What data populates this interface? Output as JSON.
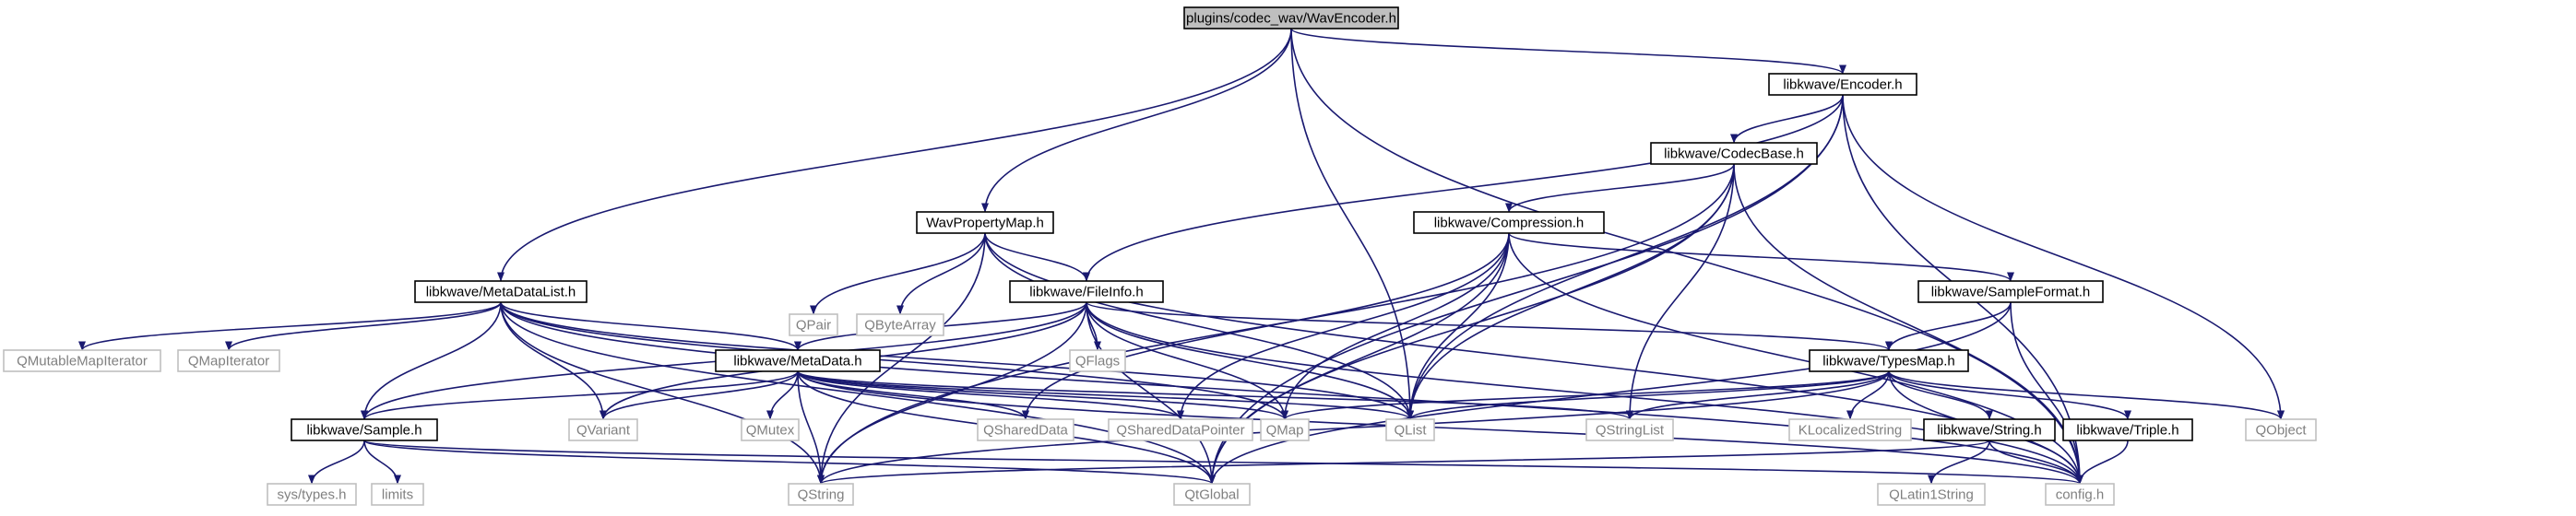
{
  "colors": {
    "edge": "#191970",
    "node_border": "#000000",
    "missing_border": "#bfbfbf",
    "missing_text": "#808080",
    "root_fill": "#bfbfbf",
    "text": "#000000"
  },
  "nodes": [
    {
      "id": "root",
      "label": "plugins/codec_wav/WavEncoder.h",
      "kind": "root"
    },
    {
      "id": "encoder",
      "label": "libkwave/Encoder.h",
      "kind": "file"
    },
    {
      "id": "codecbase",
      "label": "libkwave/CodecBase.h",
      "kind": "file"
    },
    {
      "id": "wavprop",
      "label": "WavPropertyMap.h",
      "kind": "file"
    },
    {
      "id": "compression",
      "label": "libkwave/Compression.h",
      "kind": "file"
    },
    {
      "id": "metadatalist",
      "label": "libkwave/MetaDataList.h",
      "kind": "file"
    },
    {
      "id": "fileinfo",
      "label": "libkwave/FileInfo.h",
      "kind": "file"
    },
    {
      "id": "sampleformat",
      "label": "libkwave/SampleFormat.h",
      "kind": "file"
    },
    {
      "id": "qpair",
      "label": "QPair",
      "kind": "missing"
    },
    {
      "id": "qbytearray",
      "label": "QByteArray",
      "kind": "missing"
    },
    {
      "id": "qflags",
      "label": "QFlags",
      "kind": "missing"
    },
    {
      "id": "qmutablemapiterator",
      "label": "QMutableMapIterator",
      "kind": "missing"
    },
    {
      "id": "qmapiterator",
      "label": "QMapIterator",
      "kind": "missing"
    },
    {
      "id": "metadata",
      "label": "libkwave/MetaData.h",
      "kind": "file"
    },
    {
      "id": "typesmap",
      "label": "libkwave/TypesMap.h",
      "kind": "file"
    },
    {
      "id": "sample",
      "label": "libkwave/Sample.h",
      "kind": "file"
    },
    {
      "id": "qvariant",
      "label": "QVariant",
      "kind": "missing"
    },
    {
      "id": "qmutex",
      "label": "QMutex",
      "kind": "missing"
    },
    {
      "id": "qshareddata",
      "label": "QSharedData",
      "kind": "missing"
    },
    {
      "id": "qshareddatapointer",
      "label": "QSharedDataPointer",
      "kind": "missing"
    },
    {
      "id": "qmap",
      "label": "QMap",
      "kind": "missing"
    },
    {
      "id": "qlist",
      "label": "QList",
      "kind": "missing"
    },
    {
      "id": "qstringlist",
      "label": "QStringList",
      "kind": "missing"
    },
    {
      "id": "klocalizedstring",
      "label": "KLocalizedString",
      "kind": "missing"
    },
    {
      "id": "string",
      "label": "libkwave/String.h",
      "kind": "file"
    },
    {
      "id": "triple",
      "label": "libkwave/Triple.h",
      "kind": "file"
    },
    {
      "id": "qobject",
      "label": "QObject",
      "kind": "missing"
    },
    {
      "id": "systypes",
      "label": "sys/types.h",
      "kind": "missing"
    },
    {
      "id": "limits",
      "label": "limits",
      "kind": "missing"
    },
    {
      "id": "qstring",
      "label": "QString",
      "kind": "missing"
    },
    {
      "id": "qtglobal",
      "label": "QtGlobal",
      "kind": "missing"
    },
    {
      "id": "qlatin1string",
      "label": "QLatin1String",
      "kind": "missing"
    },
    {
      "id": "config",
      "label": "config.h",
      "kind": "missing"
    }
  ],
  "edges": [
    [
      "root",
      "encoder"
    ],
    [
      "root",
      "wavprop"
    ],
    [
      "root",
      "metadatalist"
    ],
    [
      "root",
      "qlist"
    ],
    [
      "root",
      "config"
    ],
    [
      "encoder",
      "codecbase"
    ],
    [
      "encoder",
      "fileinfo"
    ],
    [
      "encoder",
      "qlist"
    ],
    [
      "encoder",
      "qobject"
    ],
    [
      "encoder",
      "qtglobal"
    ],
    [
      "encoder",
      "config"
    ],
    [
      "codecbase",
      "compression"
    ],
    [
      "codecbase",
      "qlist"
    ],
    [
      "codecbase",
      "qstringlist"
    ],
    [
      "codecbase",
      "qstring"
    ],
    [
      "codecbase",
      "qtglobal"
    ],
    [
      "codecbase",
      "config"
    ],
    [
      "compression",
      "sampleformat"
    ],
    [
      "compression",
      "qshareddata"
    ],
    [
      "compression",
      "qshareddatapointer"
    ],
    [
      "compression",
      "qmap"
    ],
    [
      "compression",
      "qlist"
    ],
    [
      "compression",
      "qtglobal"
    ],
    [
      "compression",
      "config"
    ],
    [
      "sampleformat",
      "typesmap"
    ],
    [
      "sampleformat",
      "qtglobal"
    ],
    [
      "sampleformat",
      "config"
    ],
    [
      "wavprop",
      "qpair"
    ],
    [
      "wavprop",
      "qbytearray"
    ],
    [
      "wavprop",
      "fileinfo"
    ],
    [
      "wavprop",
      "qlist"
    ],
    [
      "wavprop",
      "qstring"
    ],
    [
      "wavprop",
      "config"
    ],
    [
      "metadatalist",
      "qmutablemapiterator"
    ],
    [
      "metadatalist",
      "qmapiterator"
    ],
    [
      "metadatalist",
      "metadata"
    ],
    [
      "metadatalist",
      "sample"
    ],
    [
      "metadatalist",
      "qvariant"
    ],
    [
      "metadatalist",
      "qmap"
    ],
    [
      "metadatalist",
      "qlist"
    ],
    [
      "metadatalist",
      "qstring"
    ],
    [
      "metadatalist",
      "qtglobal"
    ],
    [
      "metadatalist",
      "config"
    ],
    [
      "fileinfo",
      "qflags"
    ],
    [
      "fileinfo",
      "metadata"
    ],
    [
      "fileinfo",
      "typesmap"
    ],
    [
      "fileinfo",
      "sample"
    ],
    [
      "fileinfo",
      "qvariant"
    ],
    [
      "fileinfo",
      "qmap"
    ],
    [
      "fileinfo",
      "qlist"
    ],
    [
      "fileinfo",
      "qstring"
    ],
    [
      "fileinfo",
      "qtglobal"
    ],
    [
      "fileinfo",
      "config"
    ],
    [
      "metadata",
      "sample"
    ],
    [
      "metadata",
      "qvariant"
    ],
    [
      "metadata",
      "qmutex"
    ],
    [
      "metadata",
      "qshareddata"
    ],
    [
      "metadata",
      "qshareddatapointer"
    ],
    [
      "metadata",
      "qmap"
    ],
    [
      "metadata",
      "qlist"
    ],
    [
      "metadata",
      "qstringlist"
    ],
    [
      "metadata",
      "qstring"
    ],
    [
      "metadata",
      "qtglobal"
    ],
    [
      "metadata",
      "config"
    ],
    [
      "typesmap",
      "qmap"
    ],
    [
      "typesmap",
      "qlist"
    ],
    [
      "typesmap",
      "qstringlist"
    ],
    [
      "typesmap",
      "klocalizedstring"
    ],
    [
      "typesmap",
      "string"
    ],
    [
      "typesmap",
      "triple"
    ],
    [
      "typesmap",
      "qobject"
    ],
    [
      "typesmap",
      "qstring"
    ],
    [
      "typesmap",
      "config"
    ],
    [
      "sample",
      "systypes"
    ],
    [
      "sample",
      "limits"
    ],
    [
      "sample",
      "qtglobal"
    ],
    [
      "sample",
      "config"
    ],
    [
      "string",
      "qstring"
    ],
    [
      "string",
      "qlatin1string"
    ],
    [
      "string",
      "config"
    ],
    [
      "triple",
      "config"
    ]
  ]
}
